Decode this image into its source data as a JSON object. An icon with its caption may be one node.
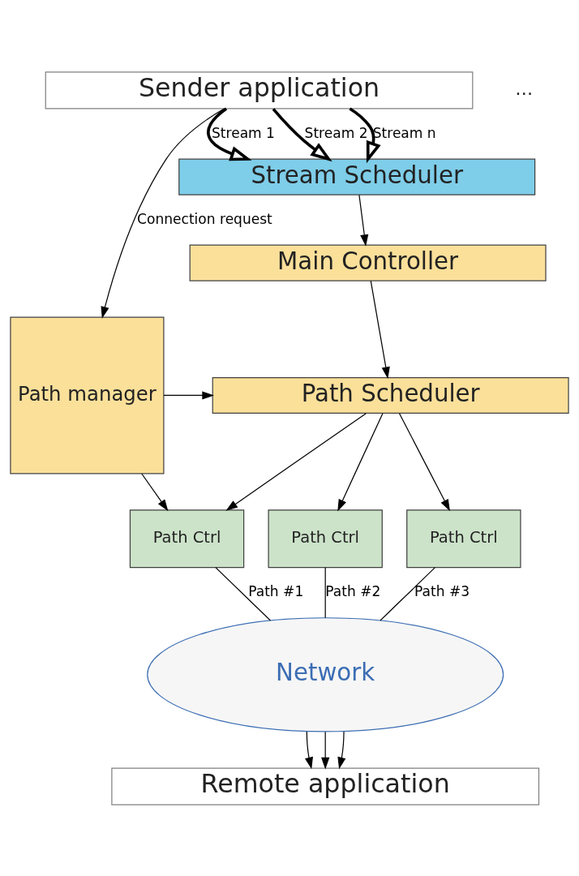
{
  "diagram": {
    "nodes": [
      {
        "text": [
          "Sender application"
        ]
      },
      {
        "text": [
          "Stream Scheduler"
        ]
      },
      {
        "text": [
          "Main Controller"
        ]
      },
      {
        "text": [
          "Path manager"
        ]
      },
      {
        "text": [
          "Path Scheduler"
        ]
      },
      {
        "text": [
          "Path Ctrl"
        ]
      },
      {
        "text": [
          "Path Ctrl"
        ]
      },
      {
        "text": [
          "Path Ctrl"
        ]
      },
      {
        "text": [
          "Network"
        ]
      },
      {
        "text": [
          "Remote application"
        ]
      }
    ],
    "edges": [
      {
        "from": 0,
        "to": 1,
        "arrow": "to",
        "label": "Stream 1",
        "style": "thick"
      },
      {
        "from": 0,
        "to": 1,
        "arrow": "to",
        "label": "Stream 2",
        "style": "thick"
      },
      {
        "from": 0,
        "to": 1,
        "arrow": "to",
        "label": "Stream n",
        "style": "thick"
      },
      {
        "from": 0,
        "to": 3,
        "arrow": "to",
        "label": "Connection request"
      },
      {
        "from": 1,
        "to": 2,
        "arrow": "to"
      },
      {
        "from": 2,
        "to": 4,
        "arrow": "to"
      },
      {
        "from": 3,
        "to": 4,
        "arrow": "to"
      },
      {
        "from": 3,
        "to": 5,
        "arrow": "to"
      },
      {
        "from": 4,
        "to": 5,
        "arrow": "to"
      },
      {
        "from": 4,
        "to": 6,
        "arrow": "to"
      },
      {
        "from": 4,
        "to": 7,
        "arrow": "to"
      },
      {
        "from": 5,
        "to": 8,
        "arrow": "none",
        "label": "Path #1"
      },
      {
        "from": 6,
        "to": 8,
        "arrow": "none",
        "label": "Path #2"
      },
      {
        "from": 7,
        "to": 8,
        "arrow": "none",
        "label": "Path #3"
      },
      {
        "from": 8,
        "to": 9,
        "arrow": "to"
      },
      {
        "from": 8,
        "to": 9,
        "arrow": "to"
      },
      {
        "from": 8,
        "to": 9,
        "arrow": "to"
      }
    ],
    "labels": [
      "…"
    ]
  }
}
